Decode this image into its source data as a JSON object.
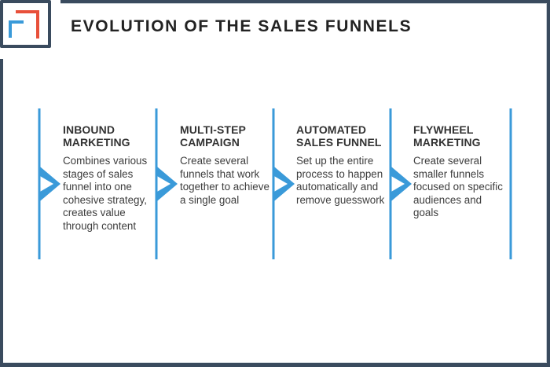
{
  "title": "EVOLUTION OF THE SALES FUNNELS",
  "logo": {
    "icon": "brackets-logo-icon",
    "colors": {
      "red": "#e8503a",
      "blue": "#3a9ad9",
      "frame": "#3a4b5e"
    }
  },
  "accent_color": "#3a9ad9",
  "steps": [
    {
      "heading_line1": "INBOUND",
      "heading_line2": "MARKETING",
      "description": "Combines various stages of sales funnel into one cohesive strategy, creates value through content"
    },
    {
      "heading_line1": "MULTI-STEP",
      "heading_line2": "CAMPAIGN",
      "description": "Create several funnels that work together to achieve a single goal"
    },
    {
      "heading_line1": "AUTOMATED",
      "heading_line2": "SALES FUNNEL",
      "description": "Set up the entire process to happen automatically and remove guesswork"
    },
    {
      "heading_line1": "FLYWHEEL",
      "heading_line2": "MARKETING",
      "description": "Create several smaller funnels focused on specific audiences and goals"
    }
  ]
}
